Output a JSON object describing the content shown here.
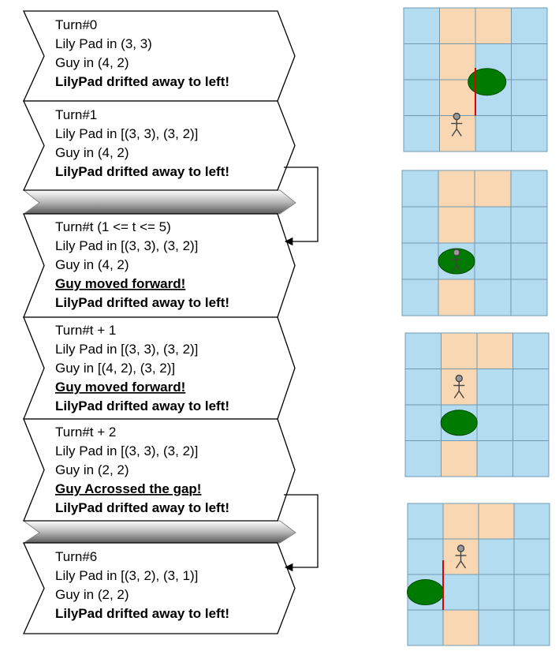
{
  "turns": [
    {
      "id": "turn-0",
      "lines": [
        {
          "text": "Turn#0",
          "style": "normal"
        },
        {
          "text": "Lily Pad in   (3, 3)",
          "style": "normal"
        },
        {
          "text": "Guy in (4,  2)",
          "style": "normal"
        },
        {
          "text": "LilyPad drifted away to left!",
          "style": "bold"
        }
      ]
    },
    {
      "id": "turn-1",
      "lines": [
        {
          "text": "Turn#1",
          "style": "normal"
        },
        {
          "text": "Lily Pad in [(3, 3), (3, 2)]",
          "style": "normal"
        },
        {
          "text": "Guy in (4,  2)",
          "style": "normal"
        },
        {
          "text": "LilyPad drifted away to left!",
          "style": "bold"
        }
      ]
    },
    {
      "id": "turn-t",
      "lines": [
        {
          "text": "Turn#t (1 <= t <= 5)",
          "style": "normal"
        },
        {
          "text": "Lily Pad in [(3, 3), (3, 2)]",
          "style": "normal"
        },
        {
          "text": "Guy in (4,  2)",
          "style": "normal"
        },
        {
          "text": "Guy moved forward!",
          "style": "bold-underline"
        },
        {
          "text": "LilyPad drifted away to left!",
          "style": "bold"
        }
      ]
    },
    {
      "id": "turn-t-plus-1",
      "lines": [
        {
          "text": "Turn#t + 1",
          "style": "normal"
        },
        {
          "text": "Lily Pad in [(3, 3), (3, 2)]",
          "style": "normal"
        },
        {
          "text": "Guy in [(4, 2), (3, 2)]",
          "style": "normal"
        },
        {
          "text": "Guy moved forward!",
          "style": "bold-underline"
        },
        {
          "text": "LilyPad drifted away to left!",
          "style": "bold"
        }
      ]
    },
    {
      "id": "turn-t-plus-2",
      "lines": [
        {
          "text": "Turn#t + 2",
          "style": "normal"
        },
        {
          "text": "Lily Pad in [(3, 3), (3, 2)]",
          "style": "normal"
        },
        {
          "text": "Guy in (2, 2)",
          "style": "normal"
        },
        {
          "text": "Guy Acrossed the gap!",
          "style": "bold-underline"
        },
        {
          "text": "LilyPad drifted away to left!",
          "style": "bold"
        }
      ]
    },
    {
      "id": "turn-6",
      "lines": [
        {
          "text": "Turn#6",
          "style": "normal"
        },
        {
          "text": "Lily Pad in [(3, 2), (3, 1)]",
          "style": "normal"
        },
        {
          "text": "Guy in (2, 2)",
          "style": "normal"
        },
        {
          "text": "LilyPad drifted away to left!",
          "style": "bold"
        }
      ]
    }
  ],
  "grids": [
    {
      "id": "grid-1",
      "rows": 4,
      "cols": 4,
      "sand_cells": [
        [
          0,
          1
        ],
        [
          0,
          2
        ],
        [
          1,
          1
        ],
        [
          2,
          1
        ],
        [
          3,
          1
        ]
      ],
      "lily_pad": {
        "row": 2,
        "col": 2,
        "wide": true,
        "has_red_marker": true
      },
      "guy": {
        "row": 3,
        "col": 1
      }
    },
    {
      "id": "grid-2",
      "rows": 4,
      "cols": 4,
      "sand_cells": [
        [
          0,
          1
        ],
        [
          0,
          2
        ],
        [
          1,
          1
        ],
        [
          3,
          1
        ]
      ],
      "lily_pad": {
        "row": 2,
        "col": 1,
        "wide": false,
        "has_red_marker": false
      },
      "guy": {
        "row": 2,
        "col": 1
      }
    },
    {
      "id": "grid-3",
      "rows": 4,
      "cols": 4,
      "sand_cells": [
        [
          0,
          1
        ],
        [
          0,
          2
        ],
        [
          1,
          1
        ],
        [
          3,
          1
        ]
      ],
      "lily_pad": {
        "row": 2,
        "col": 1,
        "wide": false,
        "has_red_marker": false
      },
      "guy": {
        "row": 1,
        "col": 1
      }
    },
    {
      "id": "grid-4",
      "rows": 4,
      "cols": 4,
      "sand_cells": [
        [
          0,
          1
        ],
        [
          0,
          2
        ],
        [
          1,
          1
        ],
        [
          3,
          1
        ]
      ],
      "lily_pad": {
        "row": 2,
        "col": 0,
        "wide": false,
        "has_red_marker": true
      },
      "guy": {
        "row": 1,
        "col": 1
      }
    }
  ],
  "colors": {
    "water": "#b4dcf0",
    "sand": "#f9d7b3",
    "grid_line": "#7398b2",
    "lily_pad": "#007a00",
    "guy": "#444444",
    "red_marker": "#dd0000",
    "box_stroke": "#000000",
    "loop_arrow": "#000000",
    "separator_fill": "#cfcfcf"
  }
}
